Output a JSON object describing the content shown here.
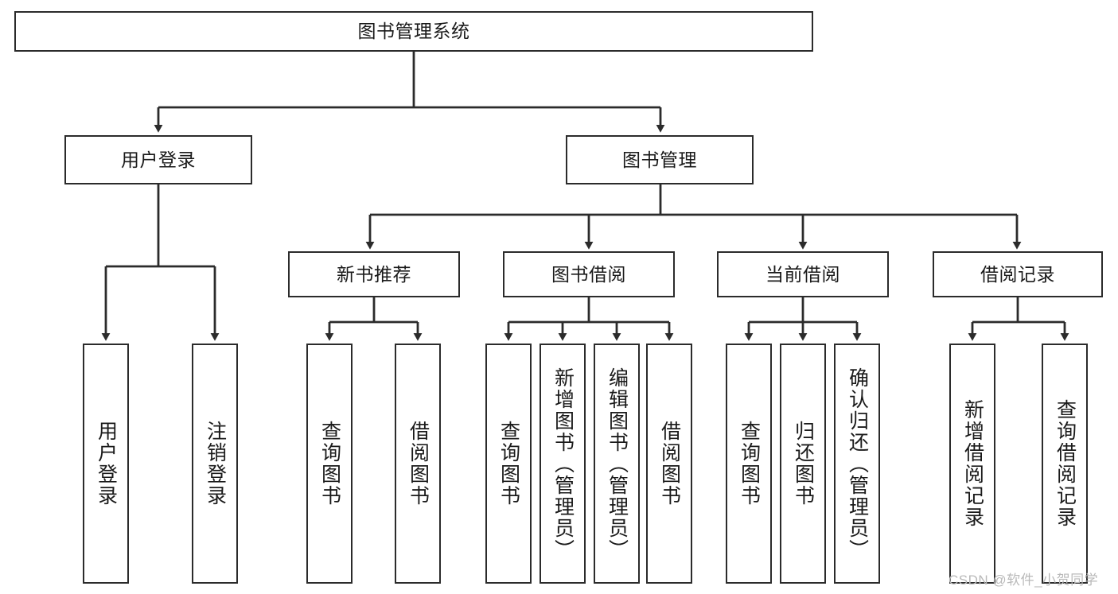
{
  "diagram": {
    "type": "tree-hierarchy",
    "title": "图书管理系统",
    "watermark": "CSDN @软件_小贺同学",
    "colors": {
      "box_border": "#2b2b2b",
      "box_fill": "#ffffff",
      "connector": "#2b2b2b",
      "background": "#ffffff",
      "watermark": "#b9b9b9"
    },
    "nodes": {
      "root": {
        "label": "图书管理系统"
      },
      "level1": [
        {
          "id": "user-login",
          "label": "用户登录"
        },
        {
          "id": "book-manage",
          "label": "图书管理"
        }
      ],
      "level2": [
        {
          "id": "new-book-recommend",
          "label": "新书推荐"
        },
        {
          "id": "book-borrow",
          "label": "图书借阅"
        },
        {
          "id": "current-borrow",
          "label": "当前借阅"
        },
        {
          "id": "borrow-record",
          "label": "借阅记录"
        }
      ],
      "leaves": {
        "user-login": [
          {
            "id": "leaf-user-login",
            "label": "用户登录"
          },
          {
            "id": "leaf-logout-login",
            "label": "注销登录"
          }
        ],
        "new-book-recommend": [
          {
            "id": "leaf-query-book-1",
            "label": "查询图书"
          },
          {
            "id": "leaf-borrow-book-1",
            "label": "借阅图书"
          }
        ],
        "book-borrow": [
          {
            "id": "leaf-query-book-2",
            "label": "查询图书"
          },
          {
            "id": "leaf-add-book",
            "label": "新增图书（管理员）"
          },
          {
            "id": "leaf-edit-book",
            "label": "编辑图书（管理员）"
          },
          {
            "id": "leaf-borrow-book-2",
            "label": "借阅图书"
          }
        ],
        "current-borrow": [
          {
            "id": "leaf-query-book-3",
            "label": "查询图书"
          },
          {
            "id": "leaf-return-book",
            "label": "归还图书"
          },
          {
            "id": "leaf-confirm-return",
            "label": "确认归还（管理员）"
          }
        ],
        "borrow-record": [
          {
            "id": "leaf-add-record",
            "label": "新增借阅记录"
          },
          {
            "id": "leaf-query-record",
            "label": "查询借阅记录"
          }
        ]
      }
    }
  }
}
